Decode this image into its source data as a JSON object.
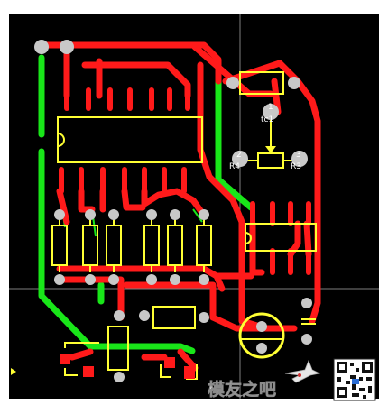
{
  "designators": {
    "dc1_number": "1",
    "dc1_name": "tc1",
    "r4_number": "2",
    "r4_name": "R4",
    "r3_number": "3",
    "r3_name": "R3"
  },
  "watermark": {
    "logo_text": "模友之吧"
  },
  "colors": {
    "board": "#000000",
    "top_copper": "#ff1a1a",
    "bottom_copper": "#19e619",
    "silkscreen": "#ffff33",
    "pad": "#c8c8c8",
    "guide": "#b4b4b4"
  }
}
